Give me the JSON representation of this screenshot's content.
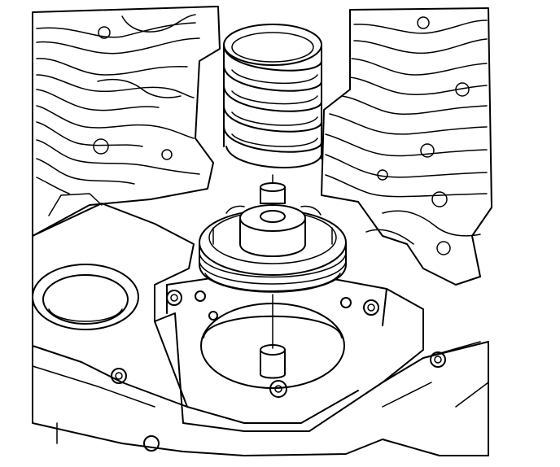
{
  "colors": {
    "ink": "#000000",
    "paper": "#ffffff"
  },
  "illustration": {
    "style": "line-art",
    "depicts": [
      "valve-body",
      "channel-plate",
      "coil-spring",
      "accumulator-piston",
      "piston-bore",
      "guide-pin",
      "bolt-holes"
    ]
  }
}
